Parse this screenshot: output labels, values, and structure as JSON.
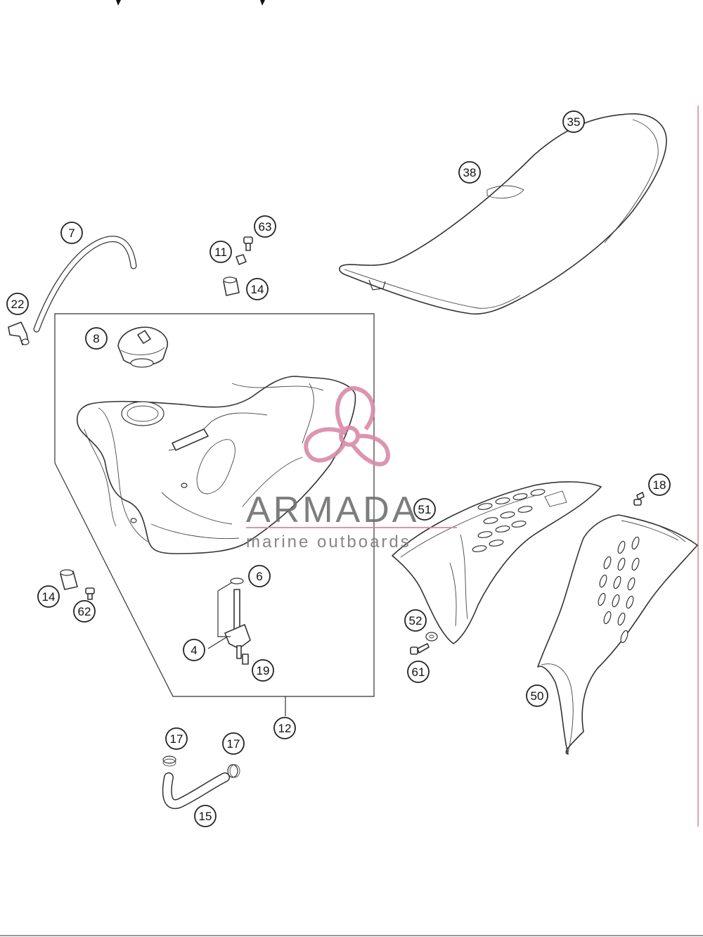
{
  "callouts": [
    {
      "id": "35",
      "label": "35"
    },
    {
      "id": "38",
      "label": "38"
    },
    {
      "id": "7",
      "label": "7"
    },
    {
      "id": "63",
      "label": "63"
    },
    {
      "id": "11",
      "label": "11"
    },
    {
      "id": "14a",
      "label": "14"
    },
    {
      "id": "22",
      "label": "22"
    },
    {
      "id": "8",
      "label": "8"
    },
    {
      "id": "18",
      "label": "18"
    },
    {
      "id": "51",
      "label": "51"
    },
    {
      "id": "6",
      "label": "6"
    },
    {
      "id": "14b",
      "label": "14"
    },
    {
      "id": "62",
      "label": "62"
    },
    {
      "id": "4",
      "label": "4"
    },
    {
      "id": "19",
      "label": "19"
    },
    {
      "id": "52",
      "label": "52"
    },
    {
      "id": "61",
      "label": "61"
    },
    {
      "id": "50",
      "label": "50"
    },
    {
      "id": "12",
      "label": "12"
    },
    {
      "id": "17a",
      "label": "17"
    },
    {
      "id": "17b",
      "label": "17"
    },
    {
      "id": "15",
      "label": "15"
    }
  ],
  "watermark": {
    "title": "ARMADA",
    "subtitle": "marine outboards",
    "color": "#d98aa8"
  }
}
